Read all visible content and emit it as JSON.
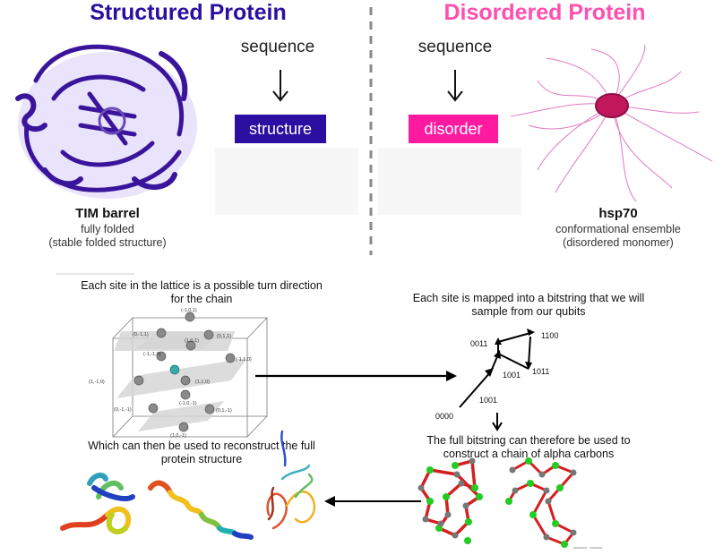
{
  "top": {
    "left_title": "Structured Protein",
    "right_title": "Disordered Protein",
    "left_sequence": "sequence",
    "right_sequence": "sequence",
    "left_box": "structure",
    "right_box": "disorder",
    "left_caption_title": "TIM barrel",
    "left_caption_sub": [
      "fully folded",
      "(stable folded structure)"
    ],
    "right_caption_title": "hsp70",
    "right_caption_sub": [
      "conformational ensemble",
      "(disordered monomer)"
    ]
  },
  "lattice": {
    "description": [
      "Each site in the lattice is a possible turn direction",
      "for the chain"
    ],
    "labels": [
      "(-1,0,1)",
      "(0,-1,1)",
      "(0,1,1)",
      "(1,0,1)",
      "(-1,-1,0)",
      "(-1,1,0)",
      "(1,-1,0)",
      "(1,1,0)",
      "(-1,0,-1)",
      "(0,-1,-1)",
      "(0,1,-1)",
      "(1,0,-1)"
    ]
  },
  "bitstring": {
    "description": [
      "Each site is mapped into a bitstring that we will",
      "sample from our qubits"
    ],
    "labels": [
      "0000",
      "1001",
      "1001",
      "0011",
      "1100",
      "1011"
    ]
  },
  "chain": {
    "description": [
      "The full bitstring can therefore be used to",
      "construct a chain of alpha carbons"
    ]
  },
  "reconstruct": {
    "description": [
      "Which can then be used to reconstruct the full",
      "protein structure"
    ]
  },
  "colors": {
    "structured": "#2a0fa0",
    "disordered": "#ff4fb0",
    "disorder_box": "#ff1aa0",
    "chain_red": "#d42020",
    "chain_green": "#22cc22"
  }
}
